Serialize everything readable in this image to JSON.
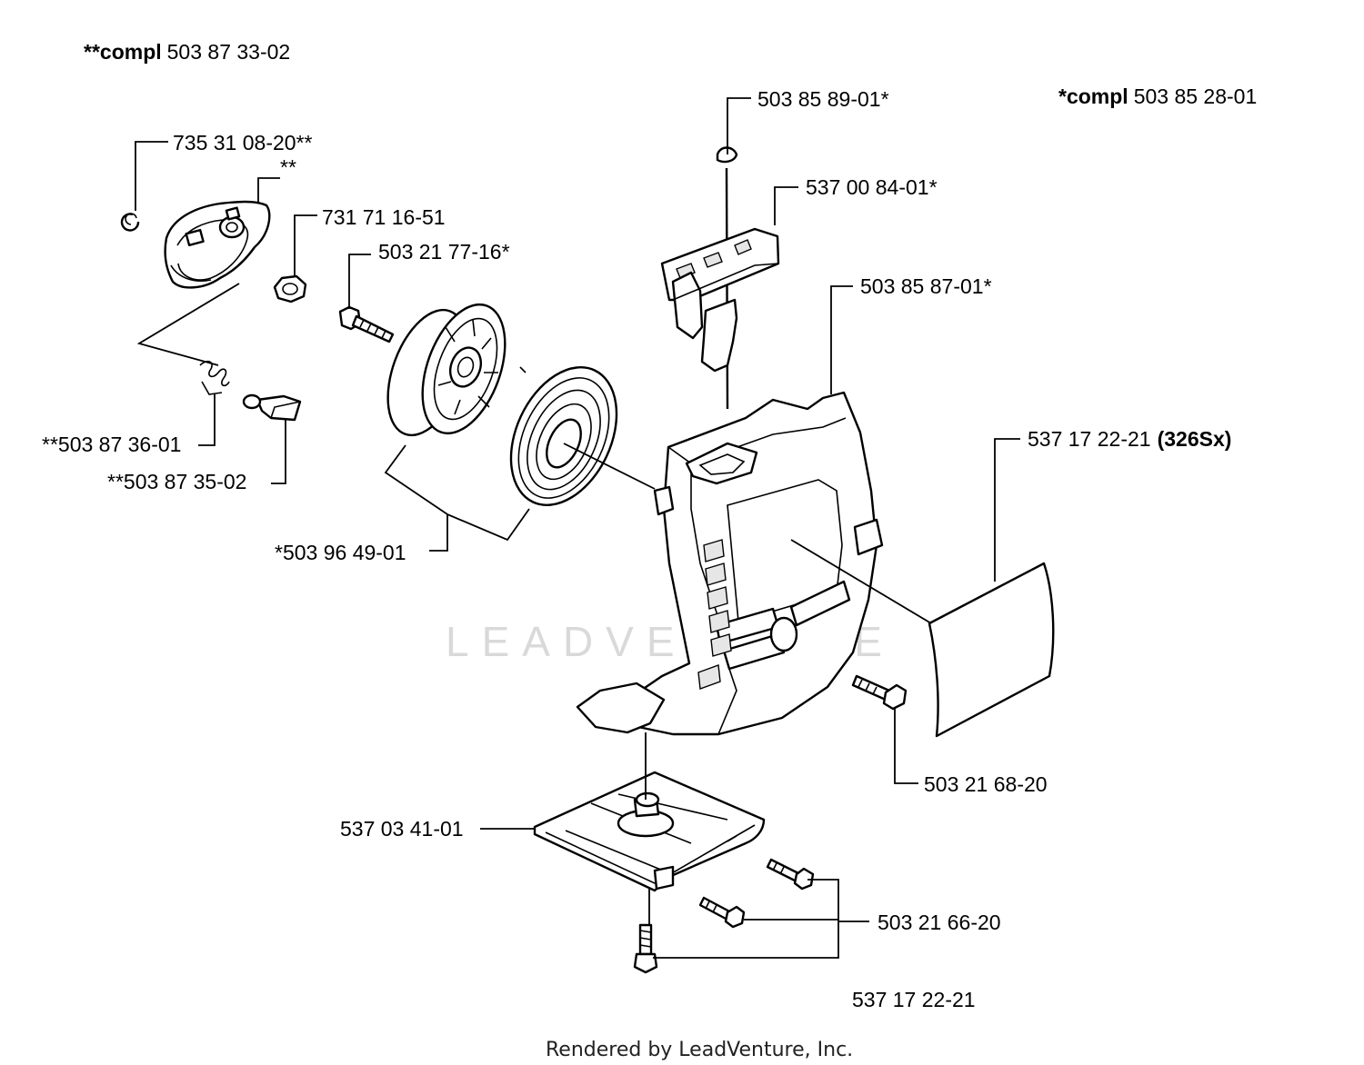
{
  "header": {
    "left_prefix": "**compl",
    "left_number": "503 87 33-02",
    "right_prefix": "*compl",
    "right_number": "503 85 28-01"
  },
  "callouts": {
    "p735_31_08_20": "735 31 08-20**",
    "double_star": "**",
    "p731_71_16_51": "731 71 16-51",
    "p503_21_77_16": "503 21 77-16*",
    "p503_85_89_01": "503 85 89-01*",
    "p537_00_84_01": "537 00 84-01*",
    "p503_85_87_01": "503 85 87-01*",
    "p537_17_22_21_326sx_number": "537 17 22-21",
    "p537_17_22_21_326sx_model": "(326Sx)",
    "p503_87_36_01": "**503 87 36-01",
    "p503_87_35_02": "**503 87 35-02",
    "p503_96_49_01": "*503 96 49-01",
    "p503_21_68_20": "503 21 68-20",
    "p537_03_41_01": "537 03 41-01",
    "p503_21_66_20": "503 21 66-20",
    "p537_17_22_21": "537 17 22-21"
  },
  "watermark": "LEADVENTURE",
  "footer": "Rendered by LeadVenture, Inc."
}
